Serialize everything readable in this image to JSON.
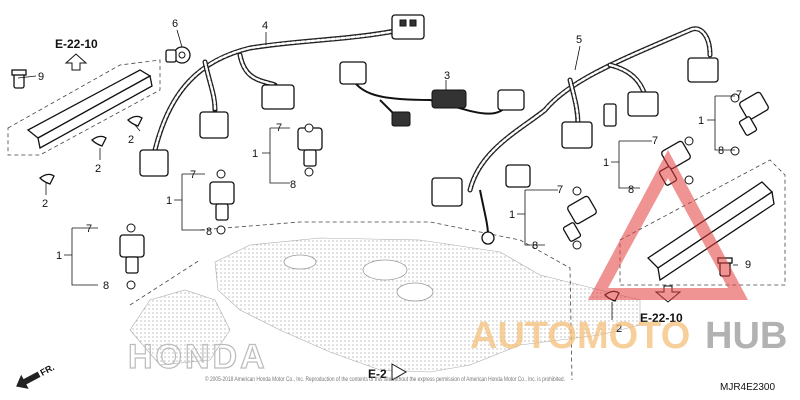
{
  "labels": {
    "ref_top_left": "E-22-10",
    "ref_bottom_right": "E-22-10",
    "ref_bottom_center": "E-2",
    "front_arrow": "FR.",
    "part_code": "MJR4E2300",
    "brand_outline": "HONDA",
    "watermark_part1": "AUTOMOTO",
    "watermark_part2": "HUB",
    "copyright": "© 2005-2018 American Honda Motor Co., Inc. Reproduction of the contents of this site without the express permission of American Honda Motor Co., Inc. is prohibited."
  },
  "callouts": {
    "n1a": "1",
    "n1b": "1",
    "n1c": "1",
    "n1d": "1",
    "n1e": "1",
    "n1f": "1",
    "n2a": "2",
    "n2b": "2",
    "n2c": "2",
    "n2d": "2",
    "n3": "3",
    "n4": "4",
    "n5": "5",
    "n6": "6",
    "n7a": "7",
    "n7b": "7",
    "n7c": "7",
    "n7d": "7",
    "n7e": "7",
    "n7f": "7",
    "n8a": "8",
    "n8b": "8",
    "n8c": "8",
    "n8d": "8",
    "n8e": "8",
    "n8f": "8",
    "n9a": "9",
    "n9b": "9"
  },
  "colors": {
    "watermark_red": "#e23a3a",
    "watermark_orange": "#f5b45a",
    "watermark_gray": "#8a8a8a"
  }
}
